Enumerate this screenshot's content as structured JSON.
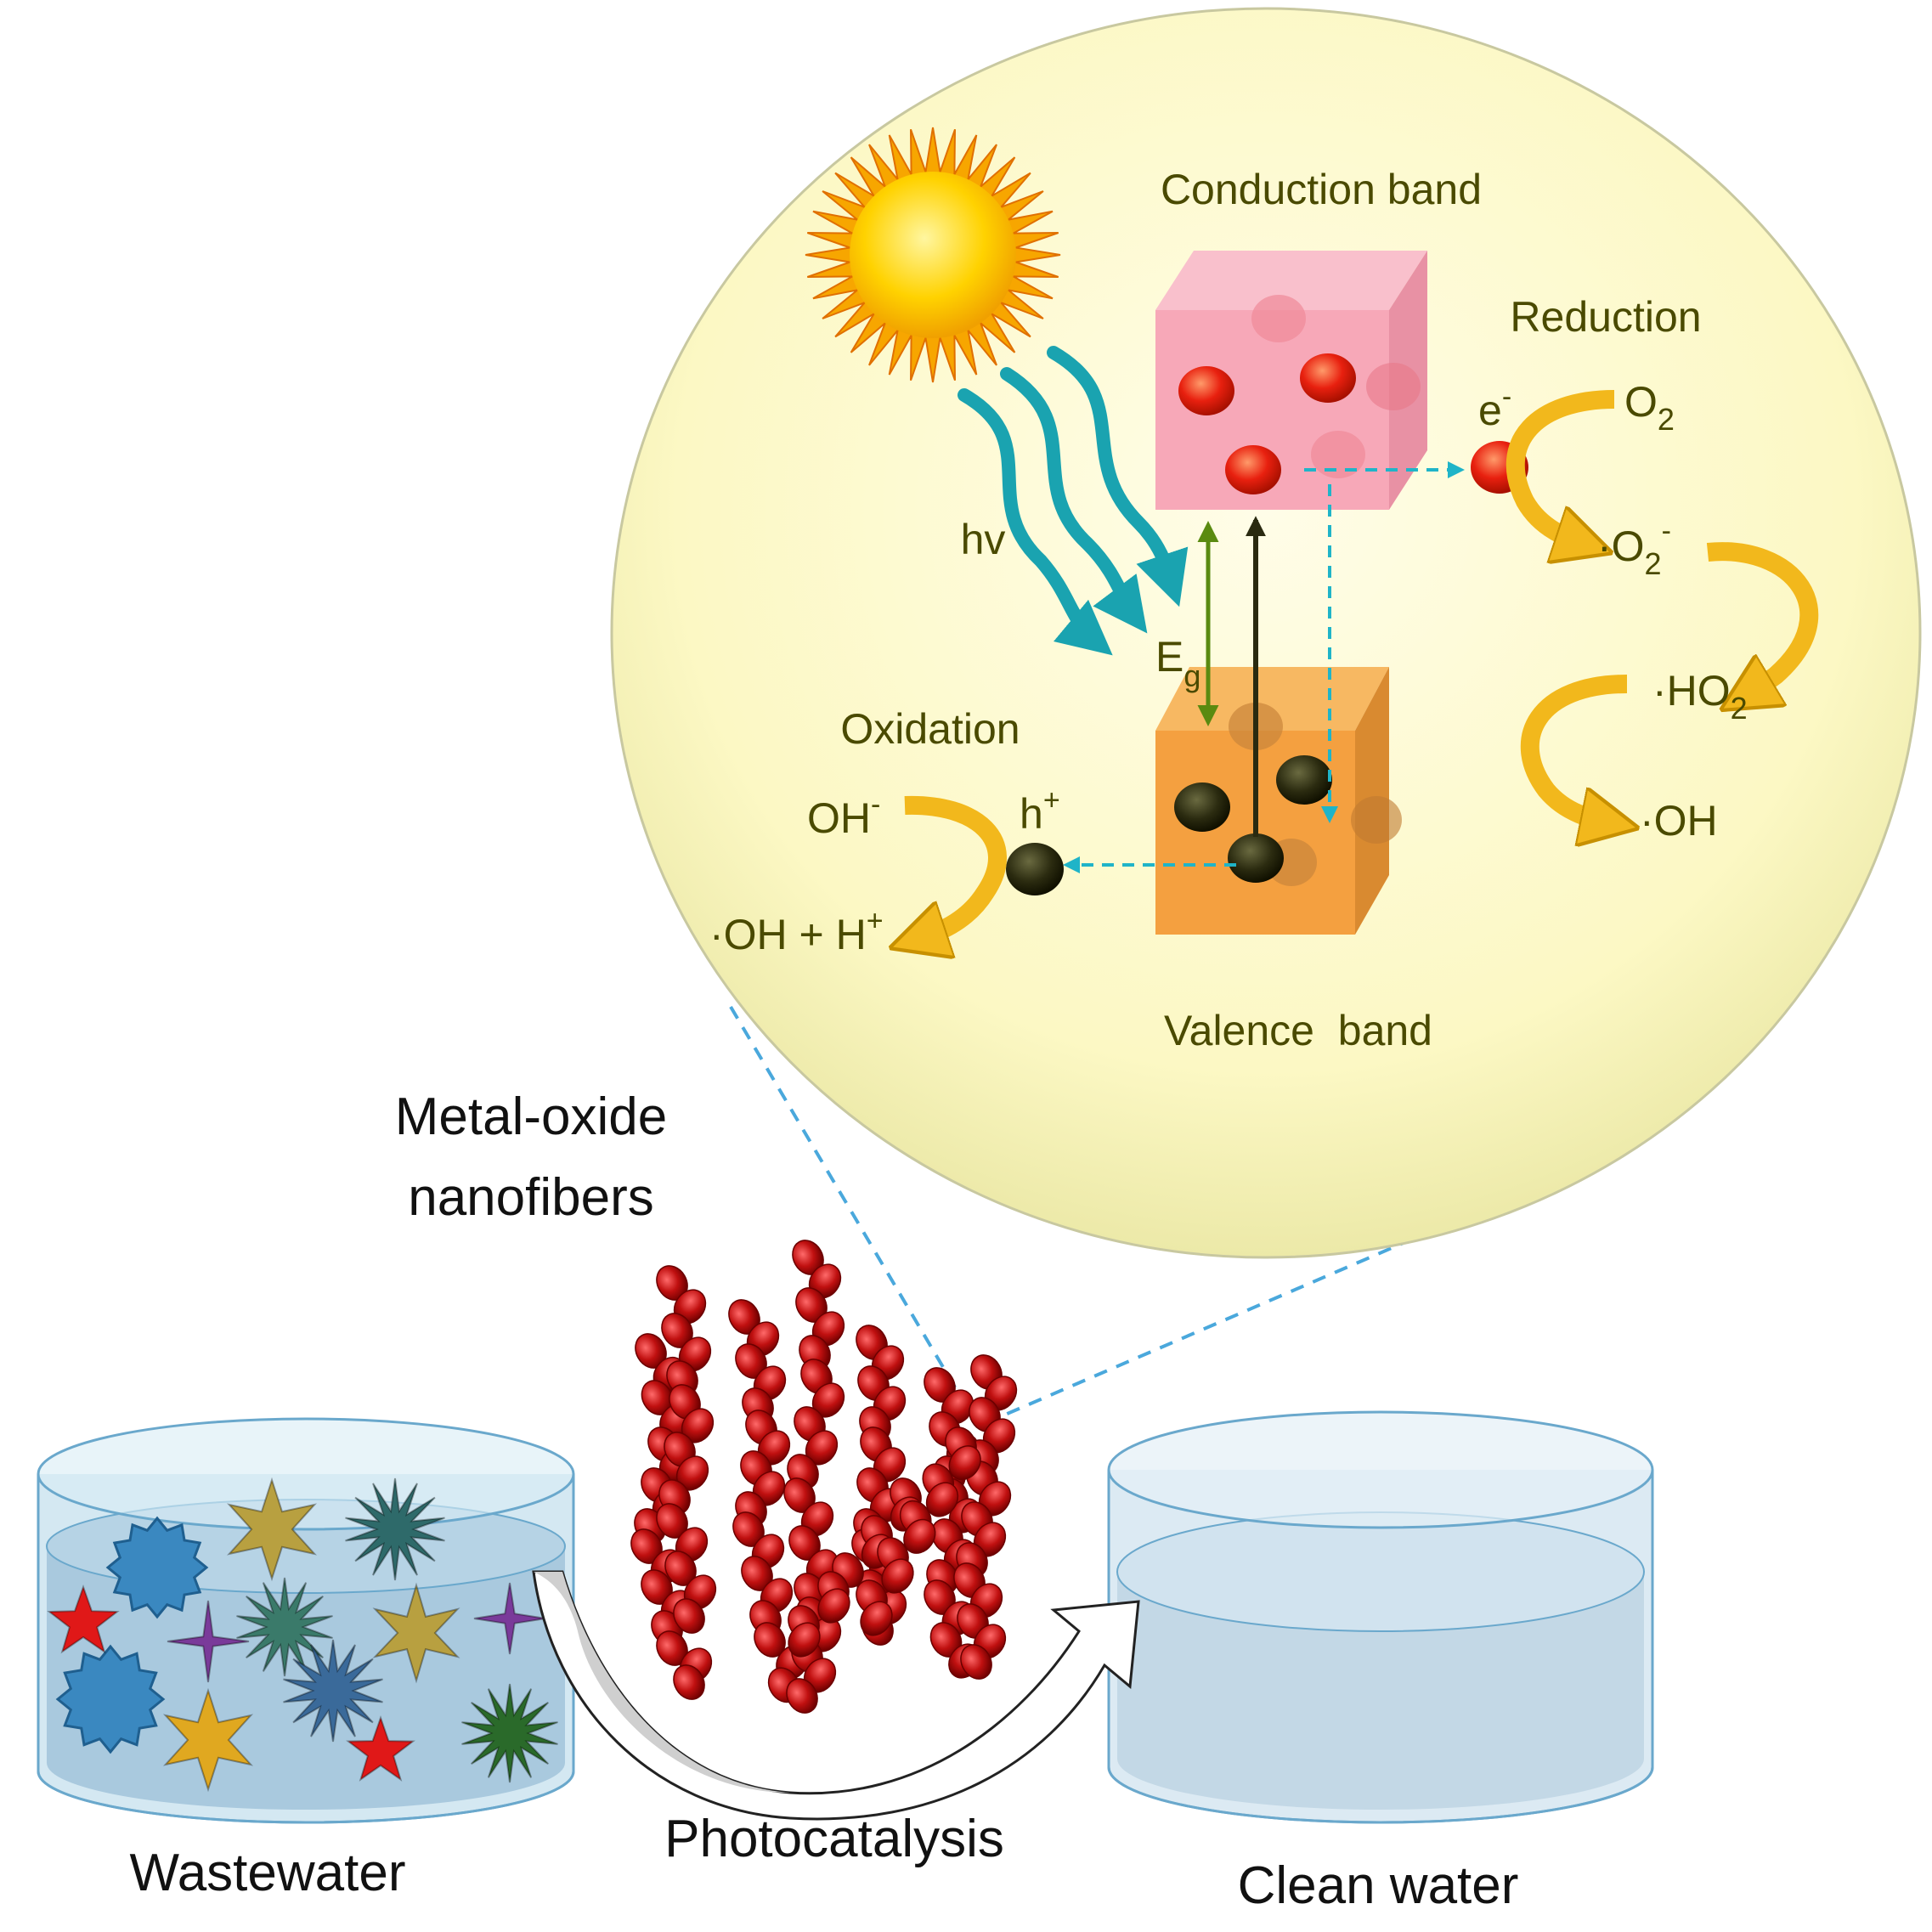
{
  "bubble": {
    "conduction_band": "Conduction band",
    "valence_band": "Valence  band",
    "reduction": "Reduction",
    "oxidation": "Oxidation",
    "hv": "hv",
    "eg": {
      "main": "E",
      "sub": "g"
    },
    "electron": {
      "main": "e",
      "sup": "-"
    },
    "hole": {
      "main": "h",
      "sup": "+"
    },
    "o2": {
      "main": "O",
      "sub": "2"
    },
    "superoxide": {
      "pre": "·O",
      "sub": "2",
      "sup": "-"
    },
    "ho2": {
      "pre": "·HO",
      "sub": "2"
    },
    "oh_radical": "·OH",
    "oh_minus": {
      "main": "OH",
      "sup": "-"
    },
    "oh_plus_h": {
      "main": "·OH + H",
      "sup": "+"
    }
  },
  "labels": {
    "nanofibers_line1": "Metal-oxide",
    "nanofibers_line2": "nanofibers",
    "wastewater": "Wastewater",
    "photocatalysis": "Photocatalysis",
    "clean_water": "Clean water"
  },
  "colors": {
    "bubble_fill": "#fdfbd0",
    "conduction_cube": "#f7a8b8",
    "valence_cube": "#f4a040",
    "light_arrow": "#1aa3b0",
    "reaction_arrow": "#f2b81c",
    "label_text": "#4a4a00",
    "electron": "#e8200f",
    "hole": "#2b2b10",
    "fiber": "#b01010",
    "water": "#a9c9de"
  }
}
